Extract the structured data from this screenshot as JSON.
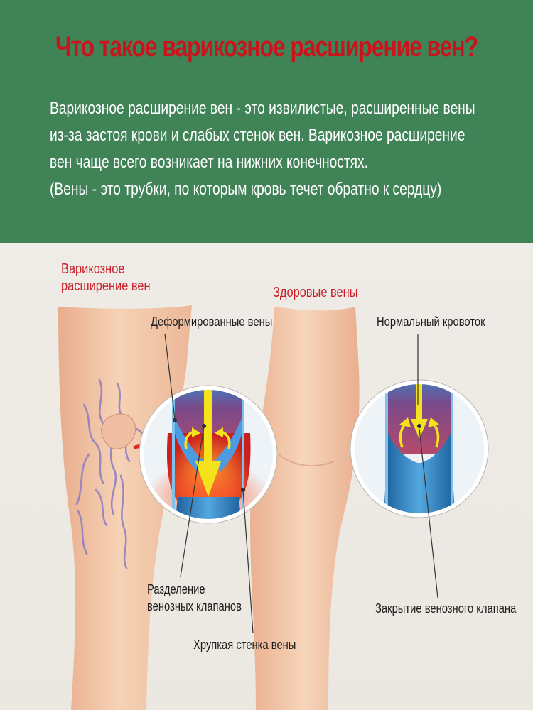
{
  "header": {
    "title": "Что такое варикозное расширение вен?",
    "paragraph_1": "Варикозное расширение вен - это извилистые, расширенные вены из-за застоя крови и слабых стенок вен. Варикозное расширение вен чаще всего возникает на нижних конечностях.",
    "paragraph_2": "(Вены - это трубки, по которым кровь течет обратно к сердцу)"
  },
  "labels": {
    "varicose_line1": "Варикозное",
    "varicose_line2": "расширение вен",
    "healthy": "Здоровые вены",
    "deformed": "Деформированные вены",
    "normal_flow": "Нормальный кровоток",
    "separation_line1": "Разделение",
    "separation_line2": "венозных клапанов",
    "fragile_wall": "Хрупкая стенка вены",
    "valve_closure": "Закрытие венозного клапана"
  },
  "colors": {
    "header_bg": "#3f8357",
    "title": "#c9141c",
    "accent_red": "#c9202a",
    "skin": "#f3c7a6",
    "vein_blue": "#2a74b4",
    "flow_arrow": "#f4e21c"
  },
  "icons": {
    "arrow": "curved-red-arrow"
  }
}
